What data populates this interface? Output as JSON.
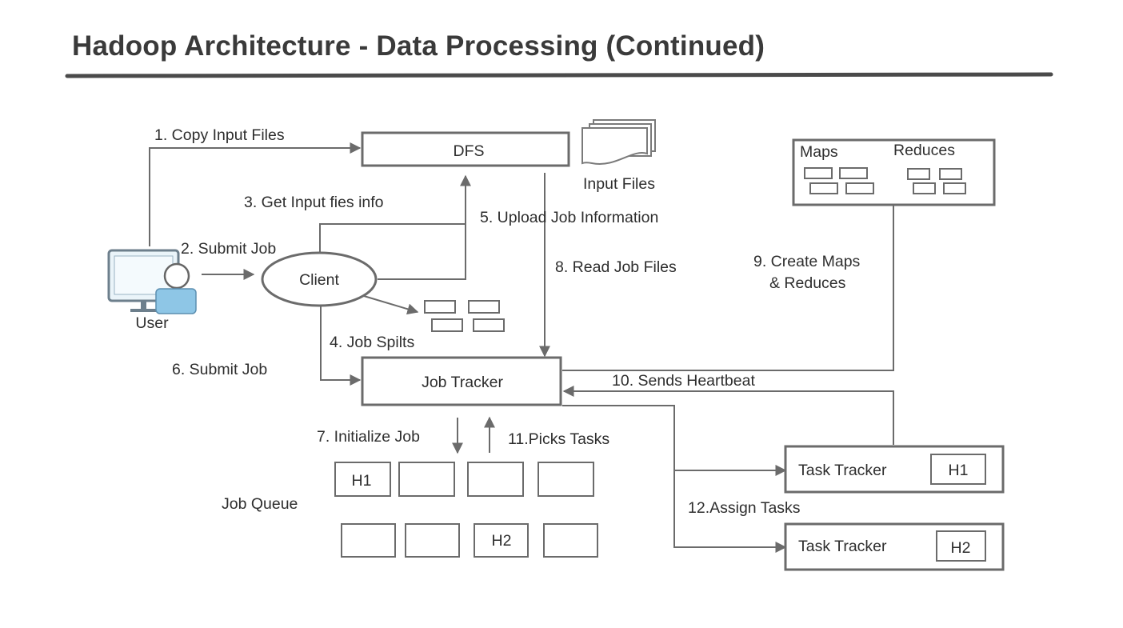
{
  "title": "Hadoop Architecture - Data Processing (Continued)",
  "nodes": {
    "dfs": "DFS",
    "input_files": "Input Files",
    "maps": "Maps",
    "reduces": "Reduces",
    "client": "Client",
    "user": "User",
    "job_tracker": "Job Tracker",
    "job_queue": "Job Queue",
    "task_tracker_1": "Task Tracker",
    "task_tracker_2": "Task Tracker",
    "h1_task": "H1",
    "h2_task": "H2",
    "h1_queue": "H1",
    "h2_queue": "H2"
  },
  "steps": {
    "s1": "1. Copy Input Files",
    "s2": "2. Submit Job",
    "s3": "3. Get Input fies info",
    "s4": "4. Job Spilts",
    "s5": "5. Upload Job Information",
    "s6": "6. Submit Job",
    "s7": "7. Initialize Job",
    "s8": "8. Read Job Files",
    "s9a": "9. Create Maps",
    "s9b": "& Reduces",
    "s10": "10. Sends Heartbeat",
    "s11": "11.Picks Tasks",
    "s12": "12.Assign Tasks"
  }
}
